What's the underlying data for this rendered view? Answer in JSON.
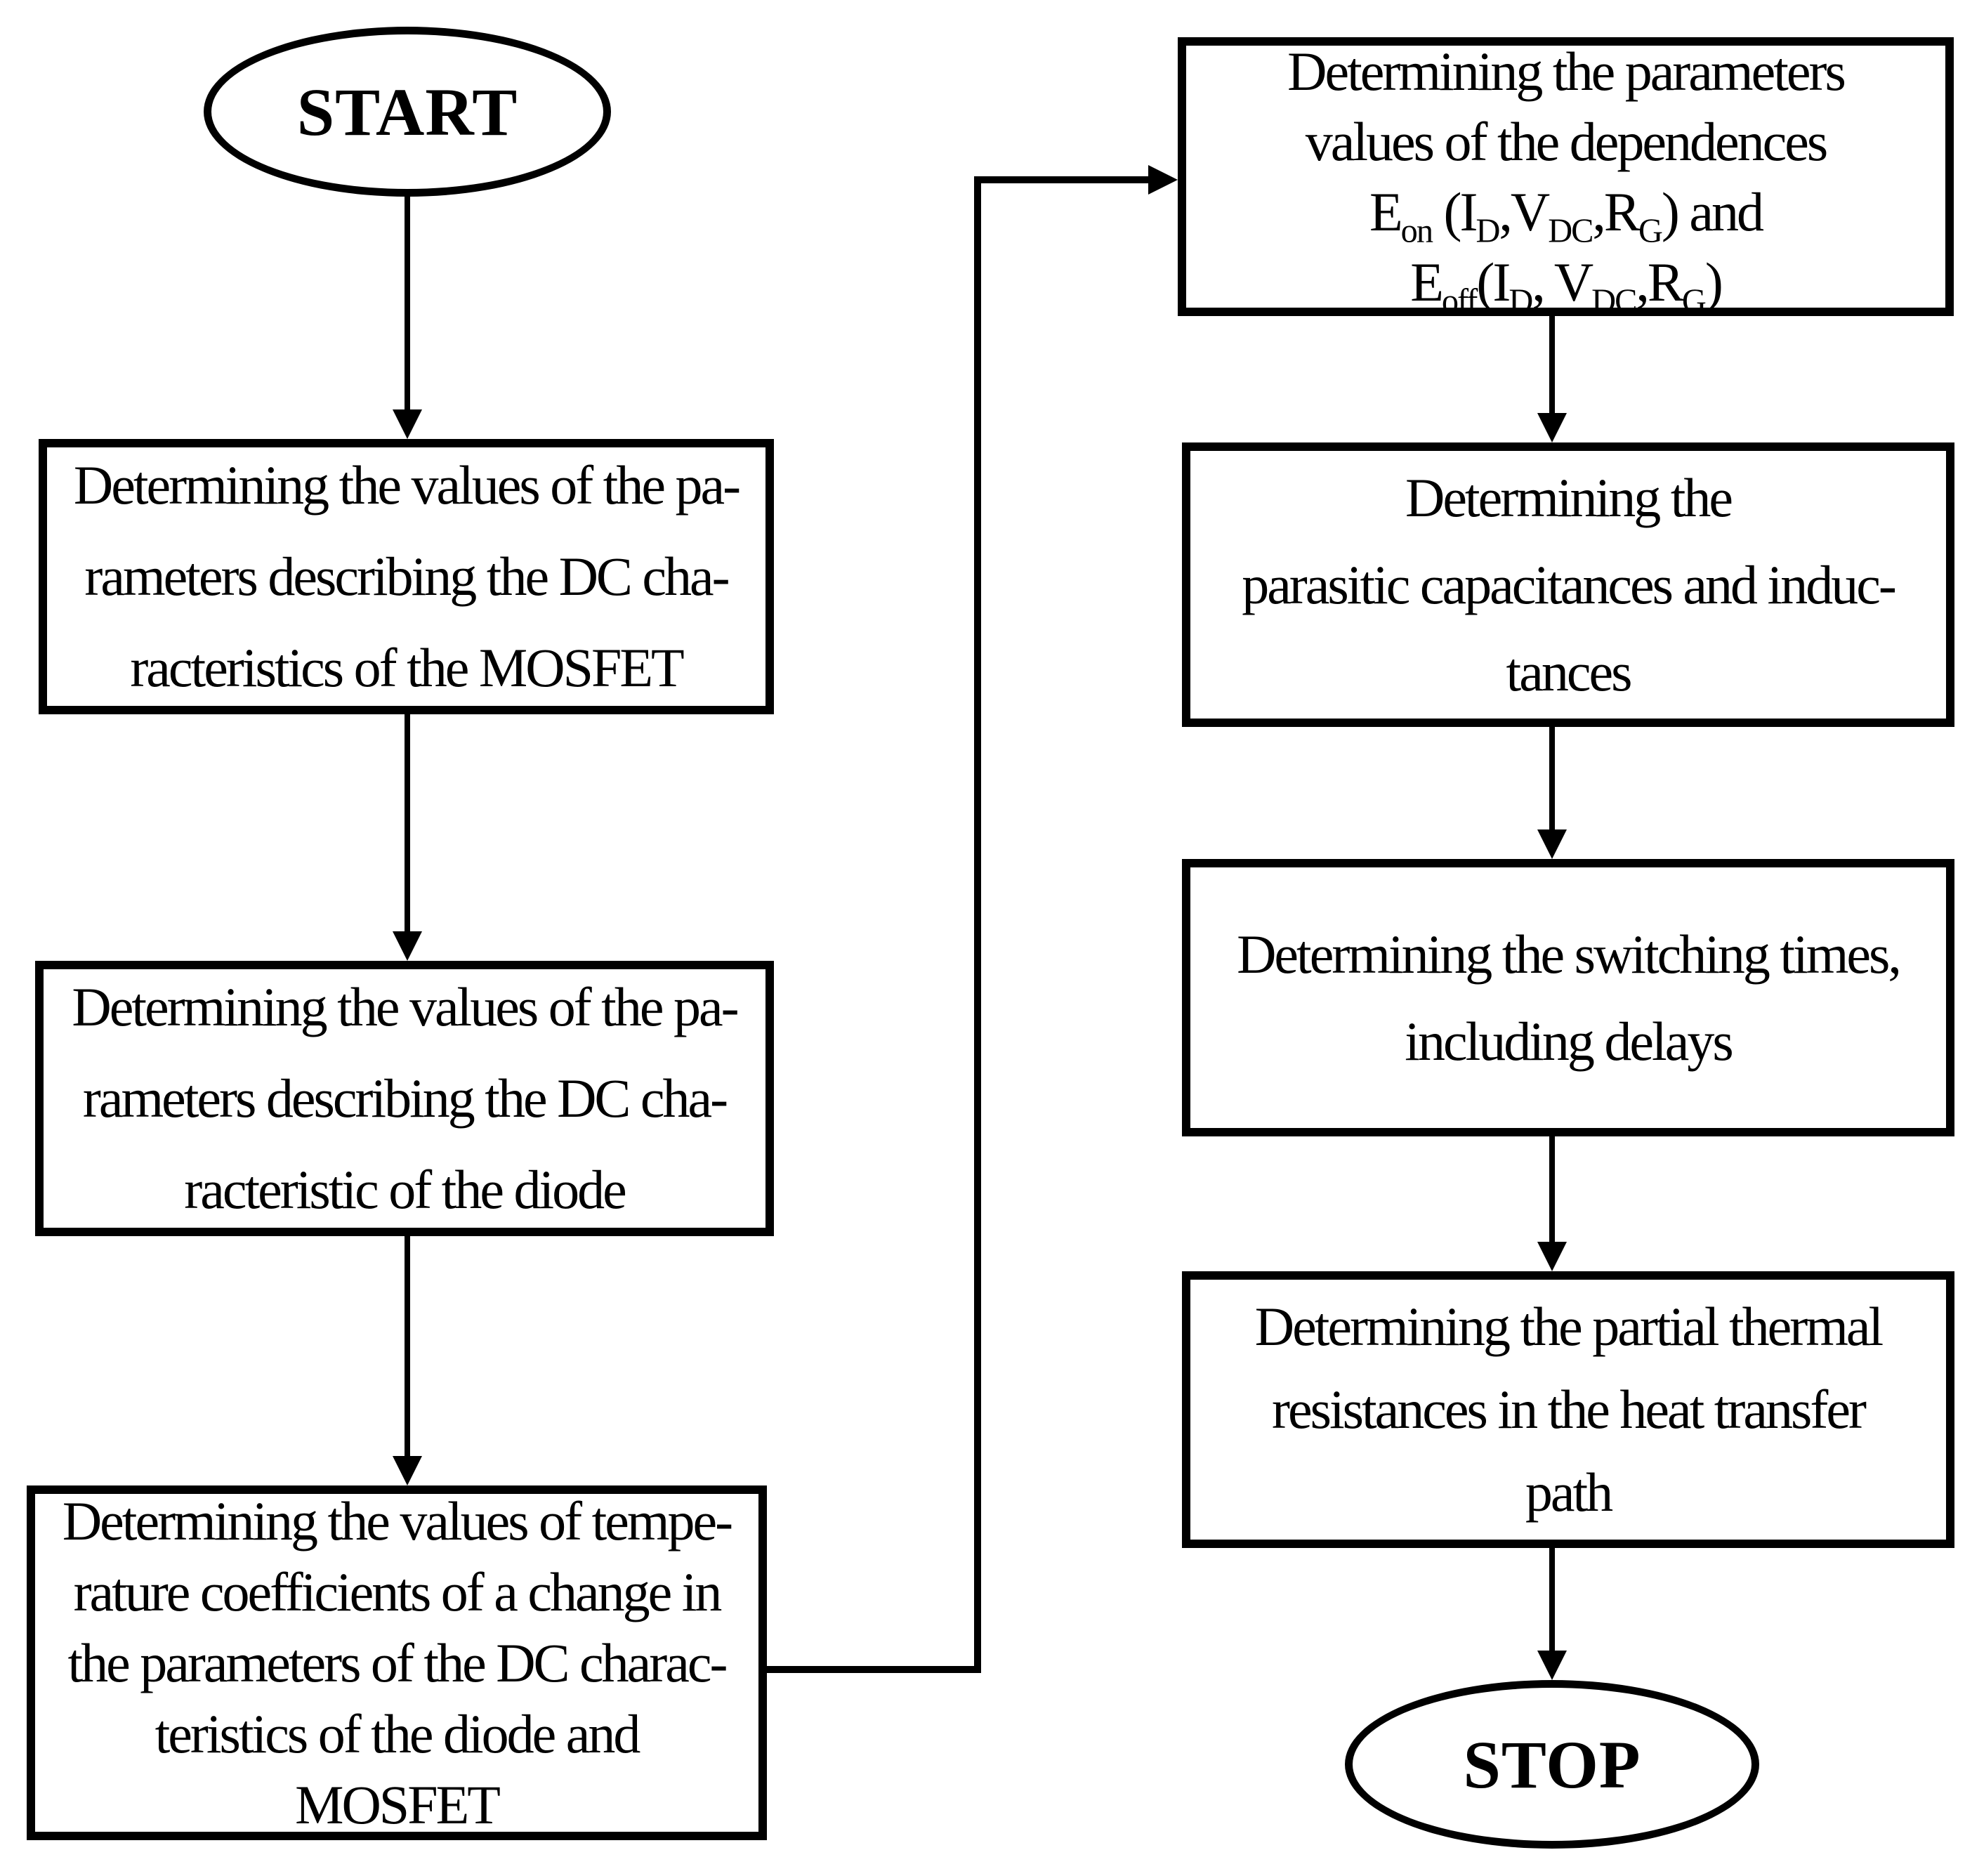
{
  "flowchart": {
    "terminators": {
      "start": "START",
      "stop": "STOP"
    },
    "left_column": [
      {
        "name": "mosfet-dc-parameters",
        "lines": [
          "Determining the values of the pa-",
          "rameters describing the DC cha-",
          "racteristics of the MOSFET"
        ]
      },
      {
        "name": "diode-dc-parameters",
        "lines": [
          "Determining the values of the pa-",
          "rameters describing the DC cha-",
          "racteristic of the diode"
        ]
      },
      {
        "name": "temperature-coefficients",
        "lines": [
          "Determining the values of tempe-",
          "rature coefficients of a change in",
          "the parameters of the DC charac-",
          "teristics of the diode and",
          "MOSFET"
        ]
      }
    ],
    "right_column": [
      {
        "name": "switching-energy-dependences",
        "lines": [
          "Determining the parameters",
          "values of the dependences",
          [
            {
              "t": "E"
            },
            {
              "s": "on"
            },
            {
              "t": " (I"
            },
            {
              "s": "D"
            },
            {
              "t": ",V"
            },
            {
              "s": "DC"
            },
            {
              "t": ",R"
            },
            {
              "s": "G"
            },
            {
              "t": ") and"
            }
          ],
          [
            {
              "t": "E"
            },
            {
              "s": "off"
            },
            {
              "t": "(I"
            },
            {
              "s": "D"
            },
            {
              "t": ", V"
            },
            {
              "s": "DC"
            },
            {
              "t": ",R"
            },
            {
              "s": "G"
            },
            {
              "t": ")"
            }
          ]
        ]
      },
      {
        "name": "parasitic-elements",
        "lines": [
          "Determining the",
          "parasitic capacitances and induc-",
          "tances"
        ]
      },
      {
        "name": "switching-times",
        "lines": [
          "Determining the switching times,",
          "including delays"
        ]
      },
      {
        "name": "thermal-resistances",
        "lines": [
          "Determining the partial thermal",
          "resistances in the heat transfer",
          "path"
        ]
      }
    ],
    "colors": {
      "stroke": "#000000",
      "background": "#ffffff",
      "text": "#000000"
    }
  }
}
